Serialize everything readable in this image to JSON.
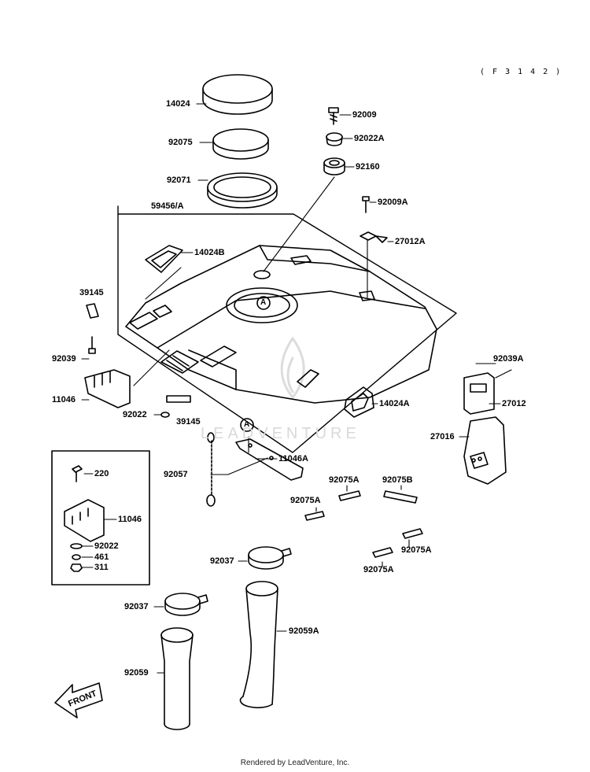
{
  "diagram_code": "( F 3 1 4 2 )",
  "watermark": "LEADVENTURE",
  "front_label": "FRONT",
  "footer": "Rendered by LeadVenture, Inc.",
  "callout_A": "A",
  "parts": {
    "p14024": "14024",
    "p92075": "92075",
    "p92071": "92071",
    "p59456A": "59456/A",
    "p92009": "92009",
    "p92022A": "92022A",
    "p92160": "92160",
    "p92009A": "92009A",
    "p27012A": "27012A",
    "p14024B": "14024B",
    "p39145a": "39145",
    "p92039": "92039",
    "p11046a": "11046",
    "p92022a": "92022",
    "p39145b": "39145",
    "p14024A": "14024A",
    "p92039A": "92039A",
    "p27012": "27012",
    "p27016": "27016",
    "p11046A": "11046A",
    "p92057": "92057",
    "p220": "220",
    "p11046b": "11046",
    "p92022b": "92022",
    "p461": "461",
    "p311": "311",
    "p92075A_1": "92075A",
    "p92075A_2": "92075A",
    "p92075B": "92075B",
    "p92075A_3": "92075A",
    "p92075A_4": "92075A",
    "p92037a": "92037",
    "p92037b": "92037",
    "p92059A": "92059A",
    "p92059": "92059"
  }
}
